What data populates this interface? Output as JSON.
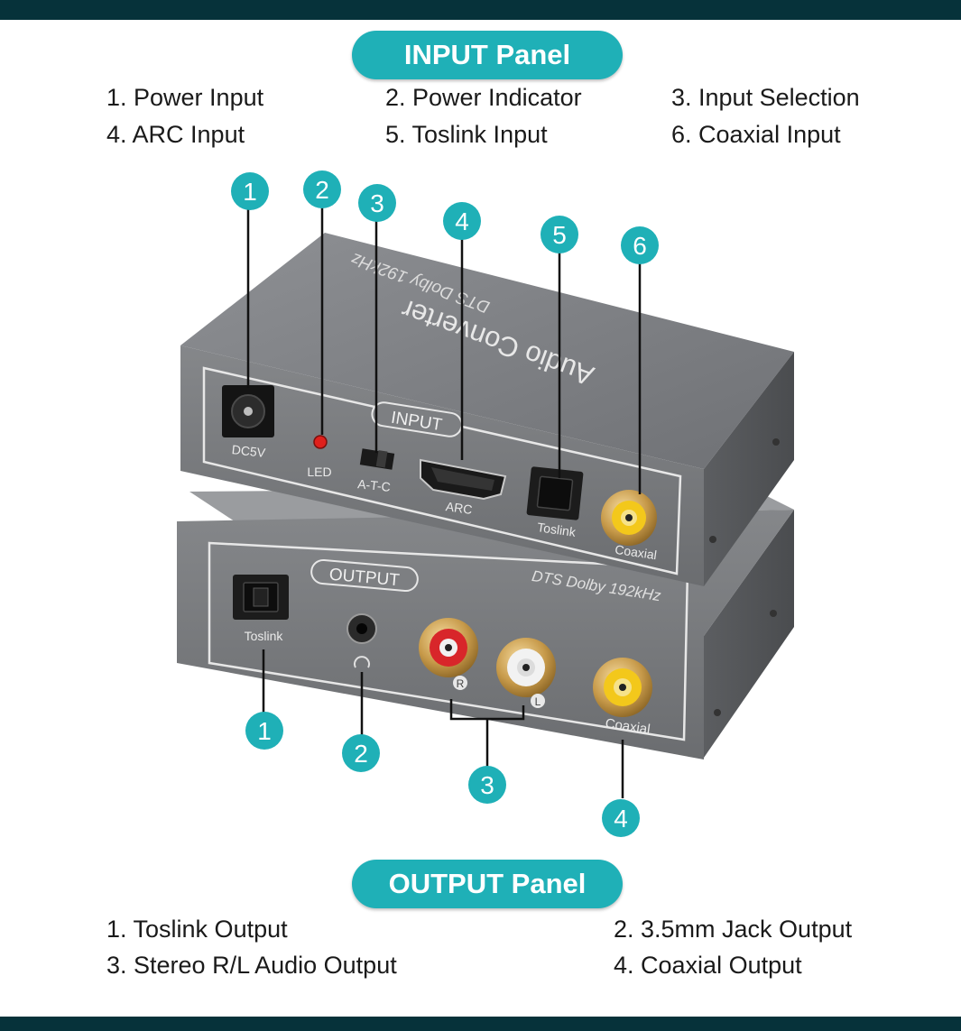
{
  "input_panel": {
    "title": "INPUT Panel",
    "items": [
      "1. Power Input",
      "2. Power Indicator",
      "3. Input Selection",
      "4. ARC Input",
      "5. Toslink Input",
      "6. Coaxial Input"
    ]
  },
  "output_panel": {
    "title": "OUTPUT Panel",
    "items": [
      "1. Toslink Output",
      "2. 3.5mm Jack Output",
      "3. Stereo R/L Audio Output",
      "4. Coaxial Output"
    ]
  },
  "device_top": {
    "brand": "Audio Converter",
    "spec": "DTS Dolby 192kHz",
    "panel_label": "INPUT",
    "port_labels": [
      "DC5V",
      "LED",
      "A-T-C",
      "ARC",
      "Toslink",
      "Coaxial"
    ]
  },
  "device_bottom": {
    "spec": "DTS Dolby 192kHz",
    "panel_label": "OUTPUT",
    "port_labels": [
      "Toslink",
      "R",
      "L",
      "Coaxial"
    ]
  },
  "badges_input": [
    "1",
    "2",
    "3",
    "4",
    "5",
    "6"
  ],
  "badges_output": [
    "1",
    "2",
    "3",
    "4"
  ],
  "colors": {
    "accent_teal": "#1fb0b7",
    "bar_dark": "#06323a",
    "device_gray": "#7d7f82",
    "rca_red": "#d8262a",
    "rca_white": "#f2f2f2",
    "rca_yellow": "#f3c81b",
    "led_red": "#e0201c"
  }
}
